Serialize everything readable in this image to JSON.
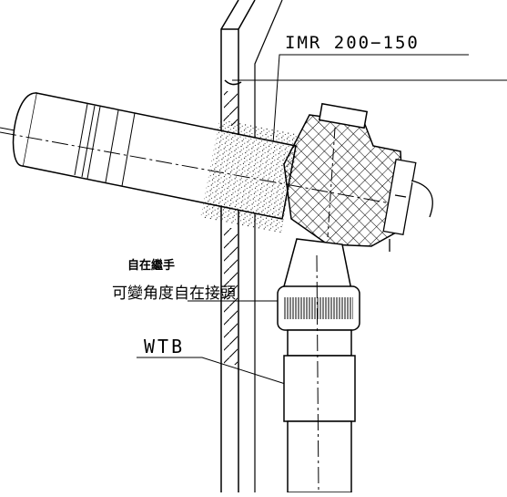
{
  "labels": {
    "fitting_model": "IMR  200−150",
    "joint_small": "自在繼手",
    "joint_main": "可變角度自在接頭",
    "pipe_type": "WTB"
  },
  "colors": {
    "line": "#000000",
    "background": "#ffffff"
  }
}
